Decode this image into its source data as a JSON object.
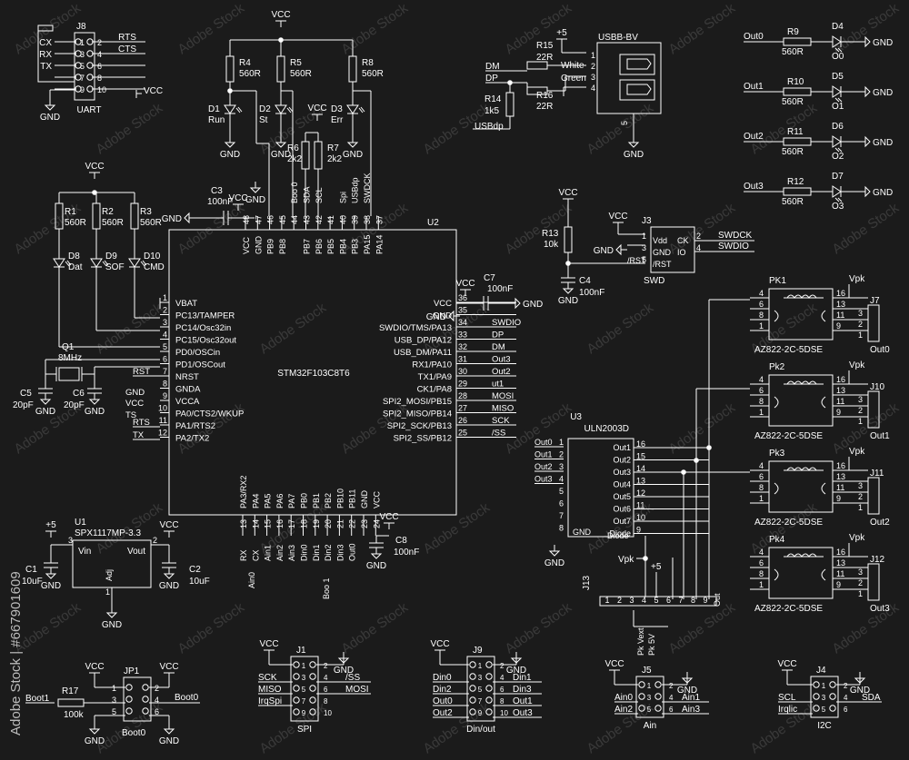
{
  "mcu": {
    "ref": "U2",
    "part": "STM32F103C8T6",
    "left_pins": [
      {
        "num": "1",
        "name": "VBAT"
      },
      {
        "num": "2",
        "name": "PC13/TAMPER"
      },
      {
        "num": "3",
        "name": "PC14/Osc32in"
      },
      {
        "num": "4",
        "name": "PC15/Osc32out"
      },
      {
        "num": "5",
        "name": "PD0/OSCin"
      },
      {
        "num": "6",
        "name": "PD1/OSCout"
      },
      {
        "num": "7",
        "name": "NRST"
      },
      {
        "num": "8",
        "name": "GNDA"
      },
      {
        "num": "9",
        "name": "VCCA"
      },
      {
        "num": "10",
        "name": "PA0/CTS2/WKUP"
      },
      {
        "num": "11",
        "name": "PA1/RTS2"
      },
      {
        "num": "12",
        "name": "PA2/TX2"
      }
    ],
    "left_nets": {
      "n7": "RST",
      "n8": "GND",
      "n9": "VCC",
      "n10": "TS",
      "n11": "RTS",
      "n12": "TX"
    },
    "right_pins": [
      {
        "num": "36",
        "name": "VCC",
        "net": ""
      },
      {
        "num": "35",
        "name": "GND",
        "net": ""
      },
      {
        "num": "34",
        "name": "SWDIO/TMS/PA13",
        "net": "SWDIO"
      },
      {
        "num": "33",
        "name": "USB_DP/PA12",
        "net": "DP"
      },
      {
        "num": "32",
        "name": "USB_DM/PA11",
        "net": "DM"
      },
      {
        "num": "31",
        "name": "RX1/PA10",
        "net": "Out3"
      },
      {
        "num": "30",
        "name": "TX1/PA9",
        "net": "Out2"
      },
      {
        "num": "29",
        "name": "CK1/PA8",
        "net": "ut1"
      },
      {
        "num": "28",
        "name": "SPI2_MOSI/PB15",
        "net": "MOSI"
      },
      {
        "num": "27",
        "name": "SPI2_MISO/PB14",
        "net": "MISO"
      },
      {
        "num": "26",
        "name": "SPI2_SCK/PB13",
        "net": "SCK"
      },
      {
        "num": "25",
        "name": "SPI2_SS/PB12",
        "net": "/SS"
      }
    ],
    "top_pins": [
      {
        "num": "48",
        "name": "VCC",
        "net": ""
      },
      {
        "num": "47",
        "name": "GND",
        "net": ""
      },
      {
        "num": "46",
        "name": "PB9",
        "net": ""
      },
      {
        "num": "45",
        "name": "PB8",
        "net": ""
      },
      {
        "num": "44",
        "name": "",
        "net": "Boo 0"
      },
      {
        "num": "43",
        "name": "PB7",
        "net": "SDA"
      },
      {
        "num": "42",
        "name": "PB6",
        "net": "SCL"
      },
      {
        "num": "41",
        "name": "PB5",
        "net": ""
      },
      {
        "num": "40",
        "name": "PB4",
        "net": "Spi"
      },
      {
        "num": "39",
        "name": "PB3",
        "net": "USBdp"
      },
      {
        "num": "38",
        "name": "PA15",
        "net": "SWDCK"
      },
      {
        "num": "37",
        "name": "PA14",
        "net": ""
      }
    ],
    "bottom_pins": [
      {
        "num": "13",
        "name": "PA3/RX2",
        "net": "RX"
      },
      {
        "num": "14",
        "name": "PA4",
        "net": "CX"
      },
      {
        "num": "15",
        "name": "PA5",
        "net": "Ain1"
      },
      {
        "num": "16",
        "name": "PA6",
        "net": "Ain2"
      },
      {
        "num": "17",
        "name": "PA7",
        "net": "Ain3"
      },
      {
        "num": "18",
        "name": "PB0",
        "net": "Din0"
      },
      {
        "num": "19",
        "name": "PB1",
        "net": "Din1"
      },
      {
        "num": "20",
        "name": "PB2",
        "net": "Din2"
      },
      {
        "num": "21",
        "name": "PB10",
        "net": "Din3"
      },
      {
        "num": "22",
        "name": "PB11",
        "net": "Out0"
      },
      {
        "num": "23",
        "name": "GND",
        "net": ""
      },
      {
        "num": "24",
        "name": "VCC",
        "net": ""
      }
    ],
    "extra_bottom_net": "Ain0",
    "boot1_net": "Boo 1"
  },
  "texts": {
    "vcc": "VCC",
    "gnd": "GND",
    "p5": "+5",
    "vpk": "Vpk",
    "r4": "R4",
    "r5": "R5",
    "r8": "R8",
    "r560": "560R",
    "d1": "D1",
    "d1n": "Run",
    "d2": "D2",
    "d2n": "St",
    "d3": "D3",
    "d3n": "Err",
    "r6": "R6",
    "r7": "R7",
    "r2k2": "2k2",
    "c3": "C3",
    "c3v": "100nF",
    "j8": "J8",
    "uart": "UART",
    "j8_l": [
      "CX",
      "RX",
      "TX",
      "",
      ""
    ],
    "j8_ln": [
      "1",
      "3",
      "5",
      "7",
      "9"
    ],
    "j8_r": [
      "RTS",
      "CTS",
      "",
      "",
      ""
    ],
    "j8_rn": [
      "2",
      "4",
      "6",
      "8",
      "10"
    ],
    "r1": "R1",
    "r2": "R2",
    "r3": "R3",
    "d8": "D8",
    "d8n": "Dat",
    "d9": "D9",
    "d9n": "SOF",
    "d10": "D10",
    "d10n": "CMD",
    "q1": "Q1",
    "q1v": "8MHz",
    "c5": "C5",
    "c6": "C6",
    "c20p": "20pF",
    "r15": "R15",
    "r16": "R16",
    "r22": "22R",
    "r14": "R14",
    "r14v": "1k5",
    "usbdp": "USBdp",
    "dm": "DM",
    "dp": "DP",
    "usbb": "USBB-BV",
    "white": "White",
    "green": "Green",
    "usb_pins": [
      "1",
      "2",
      "3",
      "4"
    ],
    "usb5": "5",
    "r13": "R13",
    "r13v": "10k",
    "c4": "C4",
    "c4v": "100nF",
    "c7": "C7",
    "c7v": "100nF",
    "j3": "J3",
    "vdd": "Vdd",
    "j3gnd": "GND",
    "rst": "/RST",
    "ck": "CK",
    "io": "IO",
    "swd": "SWD",
    "swdck": "SWDCK",
    "swdio": "SWDIO",
    "rstnet": "/RST",
    "outs": [
      "Out0",
      "Out1",
      "Out2",
      "Out3"
    ],
    "rs": [
      "R9",
      "R10",
      "R11",
      "R12"
    ],
    "ds": [
      "D4",
      "D5",
      "D6",
      "D7"
    ],
    "os": [
      "O0",
      "O1",
      "O2",
      "O3"
    ],
    "pks": [
      "PK1",
      "Pk2",
      "Pk3",
      "Pk4"
    ],
    "relay": "AZ822-2C-5DSE",
    "js": [
      "J7",
      "J10",
      "J11",
      "J12"
    ],
    "jouts": [
      "Out0",
      "Out1",
      "Out2",
      "Out3"
    ],
    "pk_l": [
      "4",
      "6",
      "8",
      "1"
    ],
    "pk_r": [
      "16",
      "13",
      "11",
      "9"
    ],
    "jpins": [
      "3",
      "2",
      "1"
    ],
    "u3": "U3",
    "u3p": "ULN2003D",
    "u3_lnets": [
      "Out0",
      "Out1",
      "Out2",
      "Out3"
    ],
    "u3_lnum": [
      "1",
      "2",
      "3",
      "4",
      "5",
      "6",
      "7",
      "8"
    ],
    "u3_rnames": [
      "Out1",
      "Out2",
      "Out3",
      "Out4",
      "Out5",
      "Out6",
      "Out7",
      "Diode"
    ],
    "u3_rnum": [
      "16",
      "15",
      "14",
      "13",
      "12",
      "11",
      "10",
      "9"
    ],
    "j13": "J13",
    "j13_pins": [
      "1",
      "2",
      "3",
      "4",
      "5",
      "6",
      "7",
      "8",
      "9"
    ],
    "j13_out": "Out",
    "pkvext": "Pk Vext",
    "pk5v": "Pk 5V",
    "u1": "U1",
    "u1p": "SPX1117MP-3.3",
    "vin": "Vin",
    "vout": "Vout",
    "adj": "Adj",
    "c1": "C1",
    "c1v": "10uF",
    "c2": "C2",
    "c2v": "10uF",
    "c8": "C8",
    "c8v": "100nF",
    "n3": "3",
    "n2": "2",
    "n1": "1",
    "jp1": "JP1",
    "boot0": "Boot0",
    "boot1": "Boot1",
    "r17": "R17",
    "r17v": "100k",
    "jp1_l": [
      "1",
      "3",
      "5"
    ],
    "jp1_r": [
      "2",
      "4",
      "6"
    ],
    "j1": "J1",
    "spi": "SPI",
    "j1_l": [
      "SCK",
      "MISO",
      "IrqSpi"
    ],
    "j1_r": [
      "/SS",
      "MOSI"
    ],
    "j9": "J9",
    "dinout": "Din/out",
    "j9_l": [
      "Din0",
      "Din2",
      "Out0",
      "Out2"
    ],
    "j9_r": [
      "Din1",
      "Din3",
      "Out1",
      "Out3"
    ],
    "j5": "J5",
    "ain": "Ain",
    "j5_l": [
      "Ain0",
      "Ain2"
    ],
    "j5_r": [
      "Ain1",
      "Ain3"
    ],
    "j4": "J4",
    "i2c": "I2C",
    "j4_l": [
      "SCL",
      "Irqlic"
    ],
    "j4_r": [
      "SDA"
    ],
    "hdr_l10": [
      "1",
      "3",
      "5",
      "7",
      "9"
    ],
    "hdr_r10": [
      "2",
      "4",
      "6",
      "8",
      "10"
    ],
    "hdr_l6": [
      "1",
      "3",
      "5"
    ],
    "hdr_r6": [
      "2",
      "4",
      "6"
    ],
    "hdr_l4": [
      "1",
      "3"
    ],
    "hdr_r4": [
      "2",
      "4"
    ],
    "stock_id": "Adobe Stock | #667901609",
    "watermark": "Adobe Stock"
  }
}
